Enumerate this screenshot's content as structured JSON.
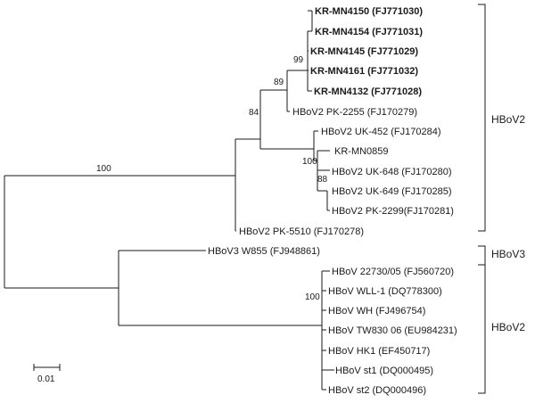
{
  "taxa": [
    {
      "id": "t1",
      "label": "KR-MN4150 (FJ771030)",
      "bold": true
    },
    {
      "id": "t2",
      "label": "KR-MN4154 (FJ771031)",
      "bold": true
    },
    {
      "id": "t3",
      "label": "KR-MN4145 (FJ771029)",
      "bold": true
    },
    {
      "id": "t4",
      "label": "KR-MN4161 (FJ771032)",
      "bold": true
    },
    {
      "id": "t5",
      "label": "KR-MN4132 (FJ771028)",
      "bold": true
    },
    {
      "id": "t6",
      "label": "HBoV2 PK-2255 (FJ170279)",
      "bold": false
    },
    {
      "id": "t7",
      "label": "HBoV2 UK-452 (FJ170284)",
      "bold": false
    },
    {
      "id": "t8",
      "label": "KR-MN0859",
      "bold": false
    },
    {
      "id": "t9",
      "label": "HBoV2 UK-648 (FJ170280)",
      "bold": false
    },
    {
      "id": "t10",
      "label": "HBoV2 UK-649 (FJ170285)",
      "bold": false
    },
    {
      "id": "t11",
      "label": "HBoV2 PK-2299(FJ170281)",
      "bold": false
    },
    {
      "id": "t12",
      "label": "HBoV2 PK-5510 (FJ170278)",
      "bold": false
    },
    {
      "id": "t13",
      "label": "HBoV3 W855 (FJ948861)",
      "bold": false
    },
    {
      "id": "t14",
      "label": "HBoV 22730/05 (FJ560720)",
      "bold": false
    },
    {
      "id": "t15",
      "label": "HBoV WLL-1 (DQ778300)",
      "bold": false
    },
    {
      "id": "t16",
      "label": "HBoV WH (FJ496754)",
      "bold": false
    },
    {
      "id": "t17",
      "label": "HBoV TW830 06 (EU984231)",
      "bold": false
    },
    {
      "id": "t18",
      "label": "HBoV HK1 (EF450717)",
      "bold": false
    },
    {
      "id": "t19",
      "label": "HBoV st1 (DQ000495)",
      "bold": false
    },
    {
      "id": "t20",
      "label": "HBoV st2 (DQ000496)",
      "bold": false
    }
  ],
  "bootstrap_values": [
    "100",
    "84",
    "89",
    "99",
    "100",
    "88",
    "100"
  ],
  "clades": [
    "HBoV2",
    "HBoV3",
    "HBoV2"
  ],
  "scale_bar": {
    "label": "0.01",
    "branch_length": 0.01
  }
}
